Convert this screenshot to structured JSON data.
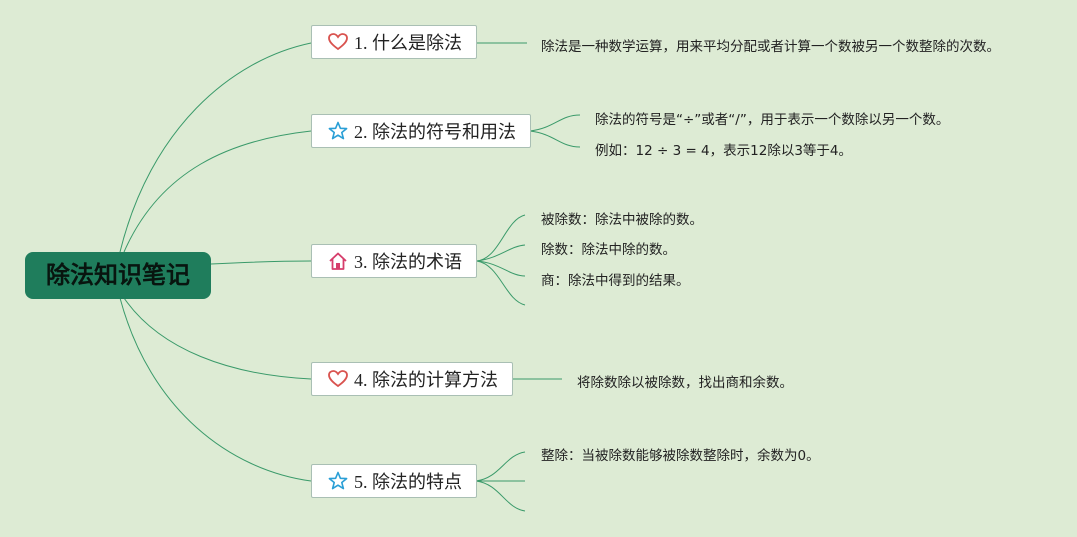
{
  "root": {
    "title": "除法知识笔记"
  },
  "branches": [
    {
      "label": "1. 什么是除法",
      "icon": "heart-icon",
      "leaves": [
        "除法是一种数学运算，用来平均分配或者计算一个数被另一个数整除的次数。"
      ]
    },
    {
      "label": "2. 除法的符号和用法",
      "icon": "star-icon",
      "leaves": [
        "除法的符号是“÷”或者“/”，用于表示一个数除以另一个数。",
        "例如：12 ÷ 3 = 4，表示12除以3等于4。"
      ]
    },
    {
      "label": "3. 除法的术语",
      "icon": "house-icon",
      "leaves": [
        "被除数：除法中被除的数。",
        "除数：除法中除的数。",
        "商：除法中得到的结果。"
      ]
    },
    {
      "label": "4. 除法的计算方法",
      "icon": "heart-icon",
      "leaves": [
        "将除数除以被除数，找出商和余数。"
      ]
    },
    {
      "label": "5. 除法的特点",
      "icon": "star-icon",
      "leaves": [
        "整除：当被除数能够被除数整除时，余数为0。"
      ]
    }
  ],
  "colors": {
    "line": "#2e8b57",
    "root": "#1f7d5c",
    "heart": "#d9534f",
    "star": "#2a9fd6",
    "house": "#d63d6b"
  }
}
